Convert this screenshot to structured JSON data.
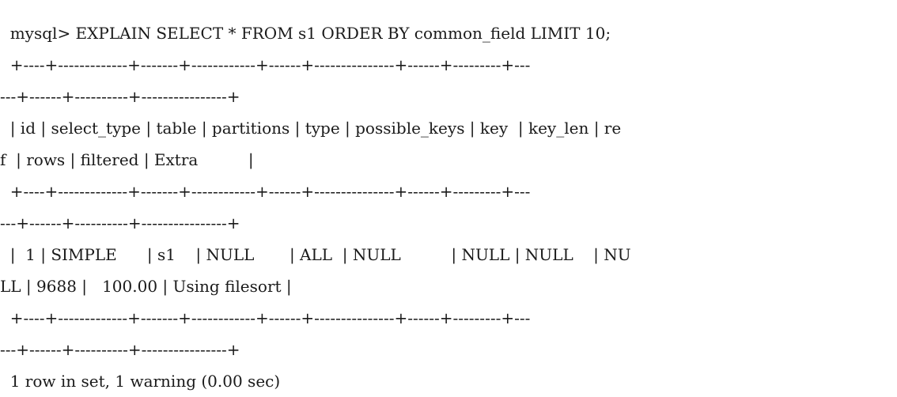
{
  "terminal": {
    "command_line": "  mysql> EXPLAIN SELECT * FROM s1 ORDER BY common_field LIMIT 10;",
    "table": {
      "border_top_1": "  +----+-------------+-------+------------+------+---------------+------+---------+---",
      "border_top_2": "---+------+----------+----------------+",
      "header_1": "  | id | select_type | table | partitions | type | possible_keys | key  | key_len | re",
      "header_2": "f  | rows | filtered | Extra          |",
      "border_mid_1": "  +----+-------------+-------+------------+------+---------------+------+---------+---",
      "border_mid_2": "---+------+----------+----------------+",
      "row1_1": "  |  1 | SIMPLE      | s1    | NULL       | ALL  | NULL          | NULL | NULL    | NU",
      "row1_2": "LL | 9688 |   100.00 | Using filesort |",
      "border_bottom_1": "  +----+-------------+-------+------------+------+---------------+------+---------+---",
      "border_bottom_2": "---+------+----------+----------------+"
    },
    "result_summary": "  1 row in set, 1 warning (0.00 sec)"
  }
}
